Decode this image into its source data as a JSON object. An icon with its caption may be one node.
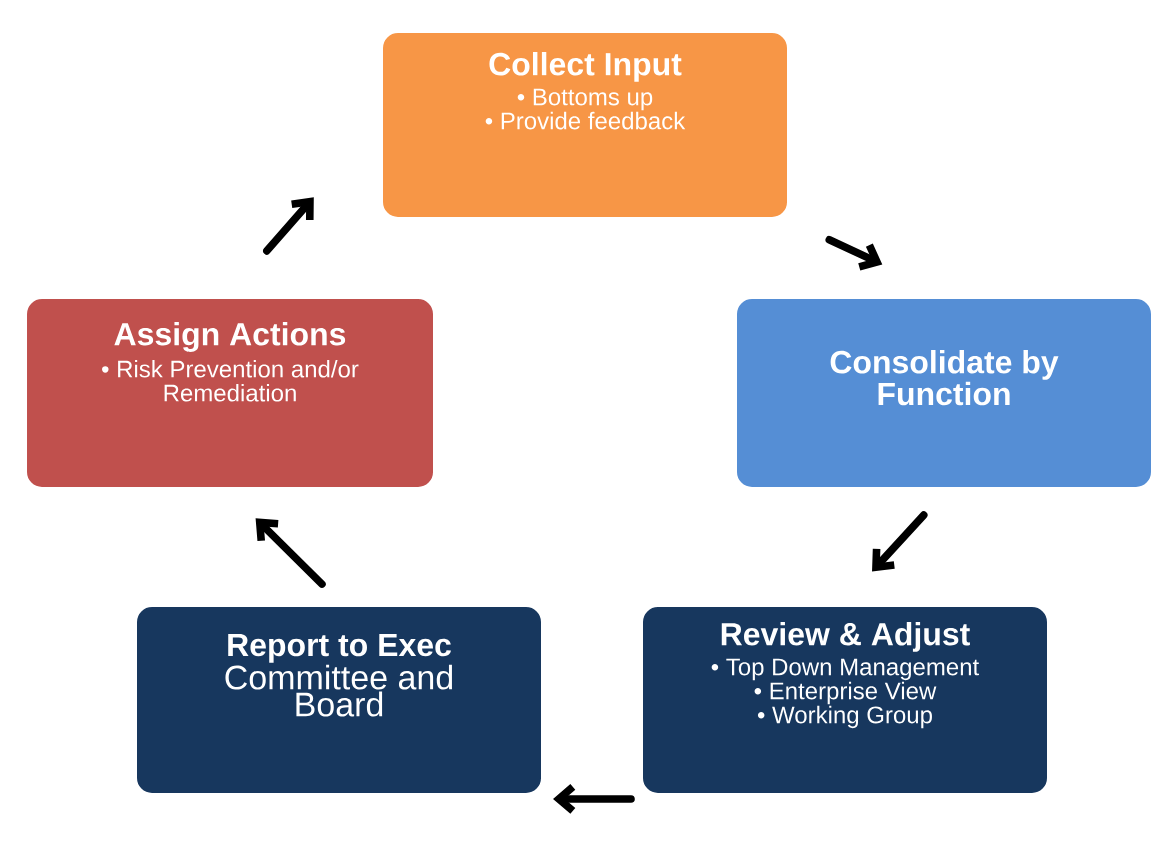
{
  "diagram": {
    "nodes": [
      {
        "text": [
          "Collect Input",
          "• Bottoms up",
          "• Provide feedback"
        ]
      },
      {
        "text": [
          "Consolidate by Function"
        ]
      },
      {
        "text": [
          "Review & Adjust",
          "• Top Down Management",
          "• Enterprise View",
          "• Working Group"
        ]
      },
      {
        "text": [
          "Report to Exec",
          "Committee and Board"
        ]
      },
      {
        "text": [
          "Assign Actions",
          "• Risk Prevention and/or Remediation"
        ]
      }
    ],
    "edges": [
      {
        "from": 0,
        "to": 1,
        "arrow": "to"
      },
      {
        "from": 1,
        "to": 2,
        "arrow": "to"
      },
      {
        "from": 2,
        "to": 3,
        "arrow": "to"
      },
      {
        "from": 3,
        "to": 4,
        "arrow": "to"
      },
      {
        "from": 4,
        "to": 0,
        "arrow": "to"
      }
    ]
  }
}
